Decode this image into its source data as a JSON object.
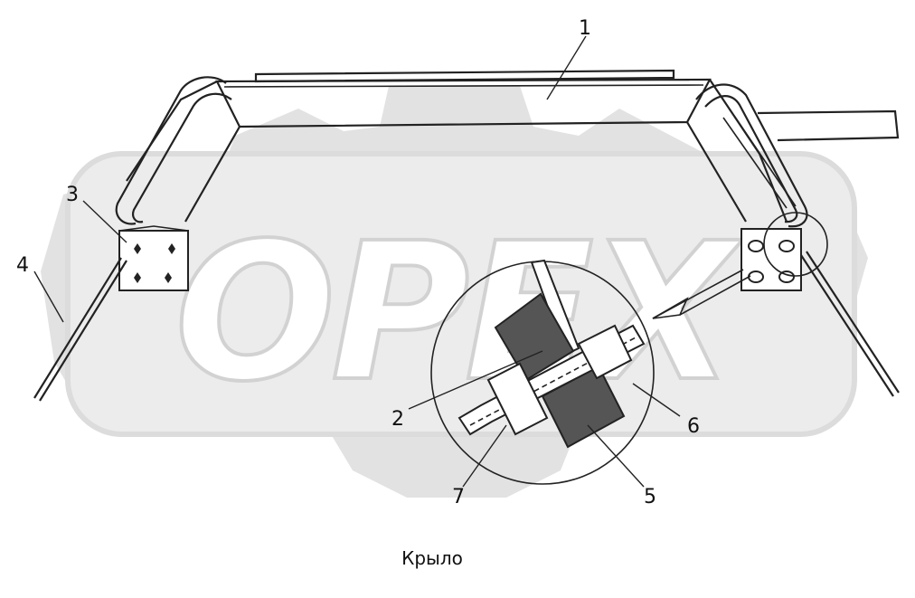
{
  "watermark": {
    "text": "OPEX",
    "color": "#dcdcdc"
  },
  "callouts": [
    "1",
    "2",
    "3",
    "4",
    "5",
    "6",
    "7"
  ],
  "caption": "Крыло",
  "colors": {
    "line": "#222222",
    "hatch": "#333333"
  }
}
